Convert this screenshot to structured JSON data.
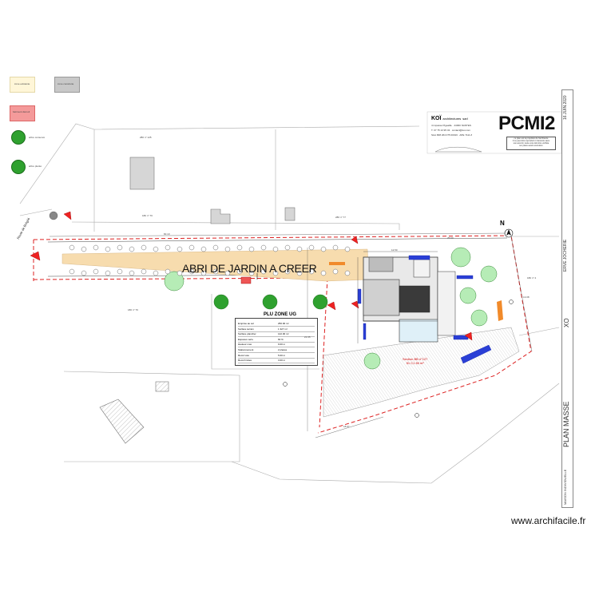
{
  "legend": {
    "items": [
      {
        "label": "zone existante",
        "color": "#fff6d8"
      },
      {
        "label": "zone construite",
        "color": "#c8c8c8"
      },
      {
        "label": "batiment démoli",
        "color": "#f49a9a"
      },
      {
        "label": "arbre conservé",
        "color": "#2fa12f"
      },
      {
        "label": "arbre planté",
        "color": "#2fa12f"
      }
    ]
  },
  "title_block": {
    "firm_name": "KOÏ",
    "firm_suffix": "architectures",
    "firm_type": "sarl",
    "address": "4 impasse Pigeaille · 44000 NANTES",
    "contact": "T. 07 75 13 95 43 · contact@koi.com",
    "siret": "Siret 808 264 075 00016 · APE 7111 Z",
    "sheet_code": "PCMI2",
    "sheet_note": [
      "ce plan est la propriété de l'architecte",
      "il ne peut être reproduit ni transmis sans",
      "son accord, toute cote doit être vérifiée",
      "sur place avant exécution"
    ],
    "sheet_title": "PLAN MASSE",
    "date": "16.JUIN.2020",
    "project": "ERVE JOCHERIE",
    "scale": "XO",
    "client": "MAISON INDIVIDUELLE"
  },
  "plan": {
    "main_label": "ABRI DE JARDIN A CREER",
    "road_name": "Route de Brégilé",
    "north_label": "N",
    "plu_title": "PLU ZONE UG",
    "plu_rows": [
      [
        "Emprise au sol",
        "250.00 m²"
      ],
      [
        "Surface terrain",
        "1 327 m²"
      ],
      [
        "Surface plancher",
        "142.00 m²"
      ],
      [
        "Espaces verts",
        "60 %"
      ],
      [
        "Hauteur max",
        "9.00 m"
      ],
      [
        "Stationnement",
        "2 places"
      ],
      [
        "Recul voie",
        "5.00 m"
      ],
      [
        "Recul limites",
        "3.00 m"
      ]
    ],
    "section_label": "Section BB n°127",
    "section_area": "51 C1 80 m²",
    "parcel_labels": [
      "280 n° 125",
      "180 n° 76",
      "280 n° 77",
      "180 n° 76",
      "180 n° 4"
    ],
    "dimensions": [
      "60.10",
      "40.15",
      "12.50",
      "21.35",
      "18.07",
      "13.08",
      "25.60"
    ]
  },
  "watermark": "www.archifacile.fr"
}
